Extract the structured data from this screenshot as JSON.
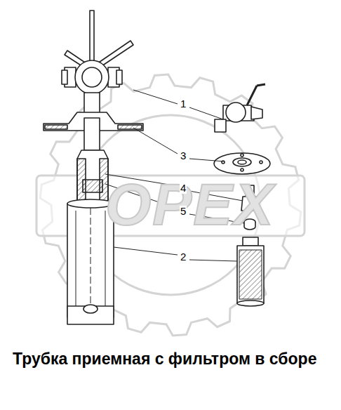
{
  "diagram": {
    "caption": "Трубка приемная с фильтром в сборе",
    "labels": [
      "1",
      "3",
      "4",
      "5",
      "2",
      "OPEX"
    ]
  }
}
